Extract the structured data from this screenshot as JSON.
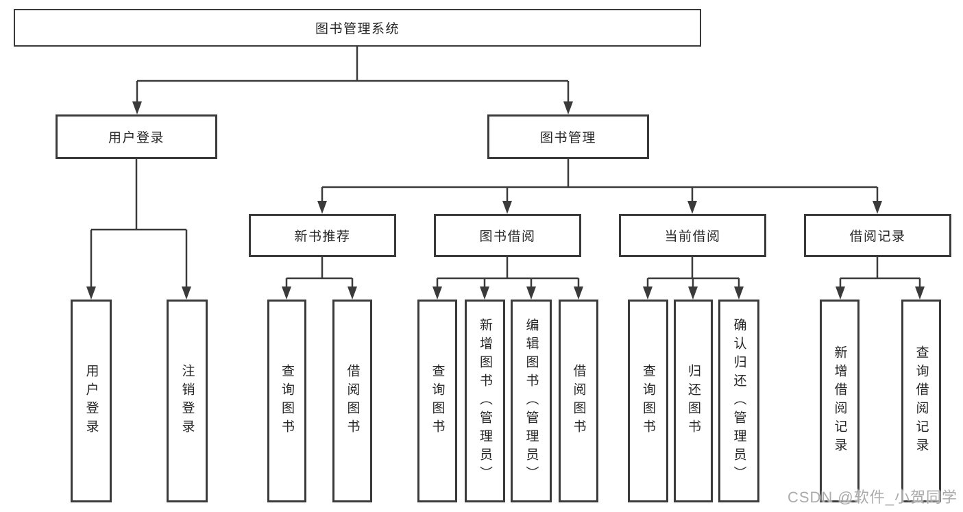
{
  "colors": {
    "line": "#3a3a3a",
    "node_border": "#3a3a3a",
    "node_background": "#ffffff",
    "text": "#262626",
    "page_background": "#ffffff",
    "watermark": "#ababab"
  },
  "tree": {
    "root": {
      "label": "图书管理系统"
    },
    "user_login": {
      "label": "用户登录",
      "children": [
        {
          "label": "用户登录"
        },
        {
          "label": "注销登录"
        }
      ]
    },
    "book_management": {
      "label": "图书管理",
      "sections": [
        {
          "label": "新书推荐",
          "children": [
            {
              "label": "查询图书"
            },
            {
              "label": "借阅图书"
            }
          ]
        },
        {
          "label": "图书借阅",
          "children": [
            {
              "label": "查询图书"
            },
            {
              "label": "新增图书（管理员）"
            },
            {
              "label": "编辑图书（管理员）"
            },
            {
              "label": "借阅图书"
            }
          ]
        },
        {
          "label": "当前借阅",
          "children": [
            {
              "label": "查询图书"
            },
            {
              "label": "归还图书"
            },
            {
              "label": "确认归还（管理员）"
            }
          ]
        },
        {
          "label": "借阅记录",
          "children": [
            {
              "label": "新增借阅记录"
            },
            {
              "label": "查询借阅记录"
            }
          ]
        }
      ]
    }
  },
  "watermark": {
    "text": "CSDN @软件_小贺同学"
  }
}
